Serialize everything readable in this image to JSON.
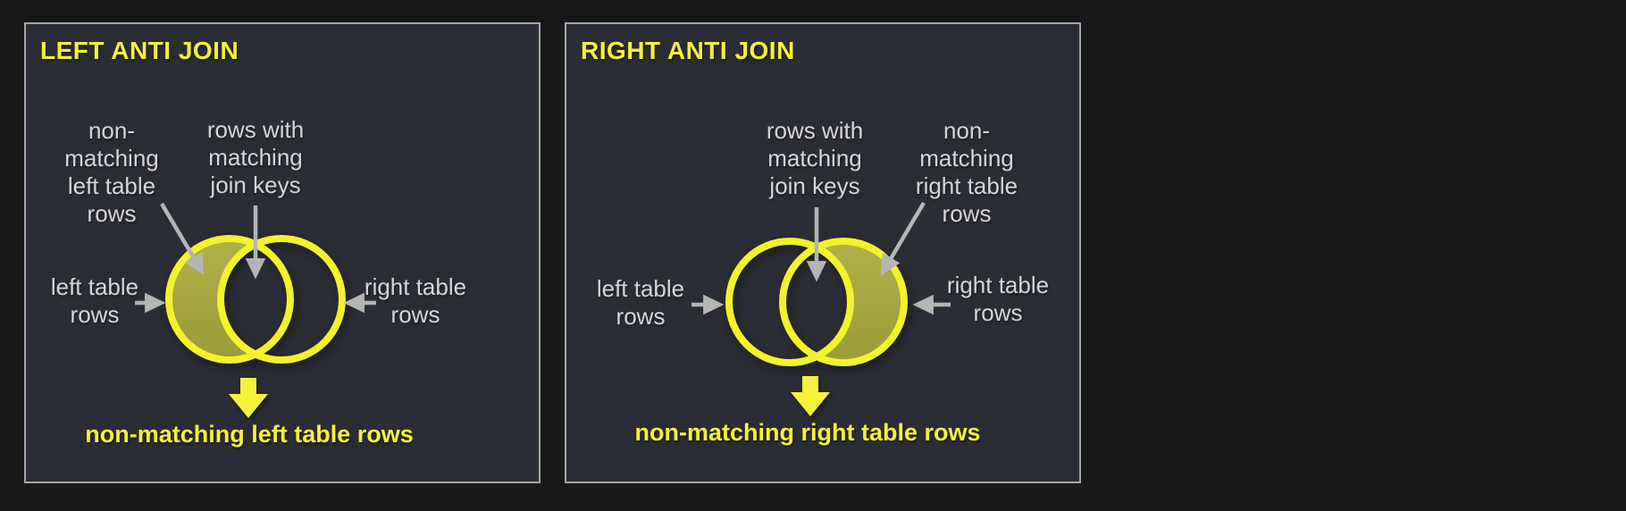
{
  "colors": {
    "page_bg": "#181818",
    "panel_bg": "#2b2d34",
    "panel_border": "#a3a5a8",
    "accent_yellow": "#f5f13c",
    "ring_yellow": "#f4f22b",
    "olive_light": "#b3b04a",
    "olive_dark": "#9c9939",
    "label_gray": "#d6d6d8",
    "arrow_gray": "#b5b5b5"
  },
  "panels": [
    {
      "title": "LEFT ANTI JOIN",
      "highlight": "left",
      "labels": {
        "crescent": "non-\nmatching\nleft table\nrows",
        "intersection": "rows with\nmatching\njoin keys",
        "left_circle": "left table\nrows",
        "right_circle": "right table\nrows"
      },
      "result": "non-matching left table rows"
    },
    {
      "title": "RIGHT ANTI JOIN",
      "highlight": "right",
      "labels": {
        "crescent": "non-\nmatching\nright table\nrows",
        "intersection": "rows with\nmatching\njoin keys",
        "left_circle": "left table\nrows",
        "right_circle": "right table\nrows"
      },
      "result": "non-matching right table rows"
    }
  ]
}
